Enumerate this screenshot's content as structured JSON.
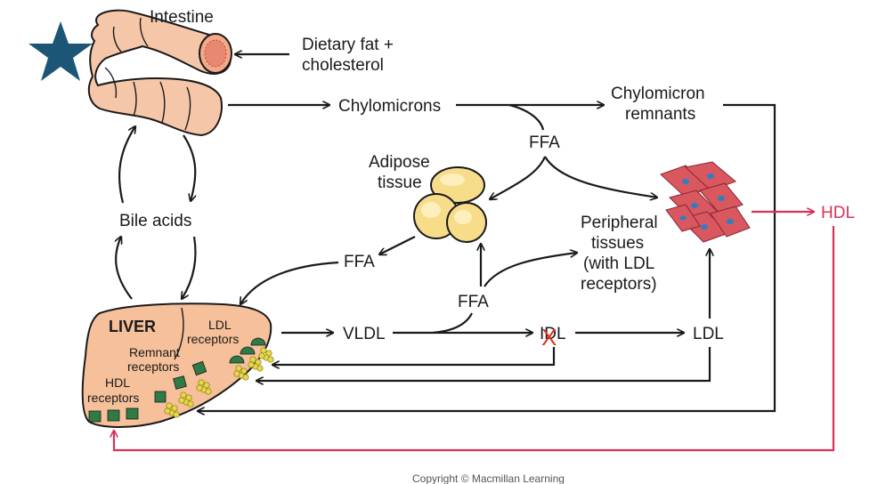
{
  "colors": {
    "line": "#1a1a1a",
    "hdl_path": "#d8325a",
    "star": "#1d5577",
    "liver": "#f5c09a",
    "intestine": "#f6c6a8",
    "adipose": "#f7dd8a",
    "receptor_green": "#2f7a45",
    "lipoprotein_yellow": "#e6d84a",
    "cross_mark": "#e0321c"
  },
  "labels": {
    "intestine": "Intestine",
    "dietary_line1": "Dietary fat +",
    "dietary_line2": "cholesterol",
    "chylomicrons": "Chylomicrons",
    "chylo_remnants_line1": "Chylomicron",
    "chylo_remnants_line2": "remnants",
    "ffa_top": "FFA",
    "adipose_line1": "Adipose",
    "adipose_line2": "tissue",
    "bile_acids": "Bile acids",
    "ffa_left": "FFA",
    "peripheral_line1": "Peripheral",
    "peripheral_line2": "tissues",
    "peripheral_line3": "(with LDL",
    "peripheral_line4": "receptors)",
    "ffa_mid": "FFA",
    "vldl": "VLDL",
    "idl": "IDL",
    "ldl": "LDL",
    "hdl": "HDL",
    "liver": "LIVER",
    "ldl_receptors_line1": "LDL",
    "ldl_receptors_line2": "receptors",
    "remnant_receptors_line1": "Remnant",
    "remnant_receptors_line2": "receptors",
    "hdl_receptors_line1": "HDL",
    "hdl_receptors_line2": "receptors",
    "cross_mark": "X",
    "copyright": "Copyright © Macmillan Learning"
  },
  "icons": {
    "star": "star-icon",
    "intestine": "intestine-icon",
    "adipose": "adipose-cells-icon",
    "muscle": "muscle-cells-icon",
    "liver": "liver-icon"
  }
}
